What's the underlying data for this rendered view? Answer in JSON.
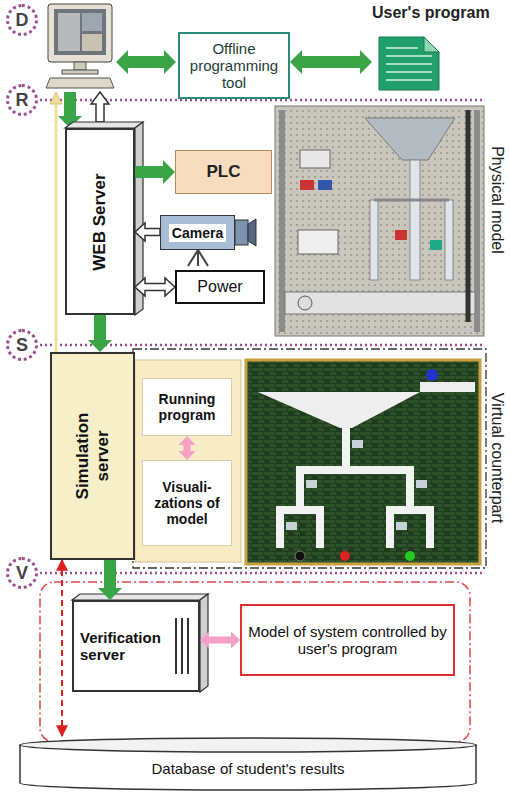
{
  "diagram": {
    "nodes": [
      {
        "text": [
          "D"
        ]
      },
      {
        "text": [
          "User's program"
        ]
      },
      {
        "text": [
          "Offline programming tool"
        ]
      },
      {
        "text": [
          "R"
        ]
      },
      {
        "text": [
          "WEB Server"
        ]
      },
      {
        "text": [
          "PLC"
        ]
      },
      {
        "text": [
          "Camera"
        ]
      },
      {
        "text": [
          "Power"
        ]
      },
      {
        "text": [
          "S"
        ]
      },
      {
        "text": [
          "Simulation server"
        ]
      },
      {
        "text": [
          "Running program"
        ]
      },
      {
        "text": [
          "Visuali- zations of model"
        ]
      },
      {
        "text": [
          "V"
        ]
      },
      {
        "text": [
          "Verification server"
        ]
      },
      {
        "text": [
          "Model of system controlled by user's program"
        ]
      },
      {
        "text": [
          "Database of student's results"
        ]
      }
    ],
    "edges": [
      {
        "from": 2,
        "to": 1,
        "arrow": "both"
      },
      {
        "from": 4,
        "to": 5,
        "arrow": "to"
      },
      {
        "from": 6,
        "to": 4,
        "arrow": "to"
      },
      {
        "from": 7,
        "to": 4,
        "arrow": "both"
      },
      {
        "from": 4,
        "to": 9,
        "arrow": "to"
      },
      {
        "from": 10,
        "to": 11,
        "arrow": "both"
      },
      {
        "from": 9,
        "to": 13,
        "arrow": "to"
      },
      {
        "from": 9,
        "to": 15,
        "arrow": "both"
      },
      {
        "from": 13,
        "to": 14,
        "arrow": "both"
      }
    ],
    "labels": [
      "Physical model",
      "Virtual counterpart"
    ]
  }
}
